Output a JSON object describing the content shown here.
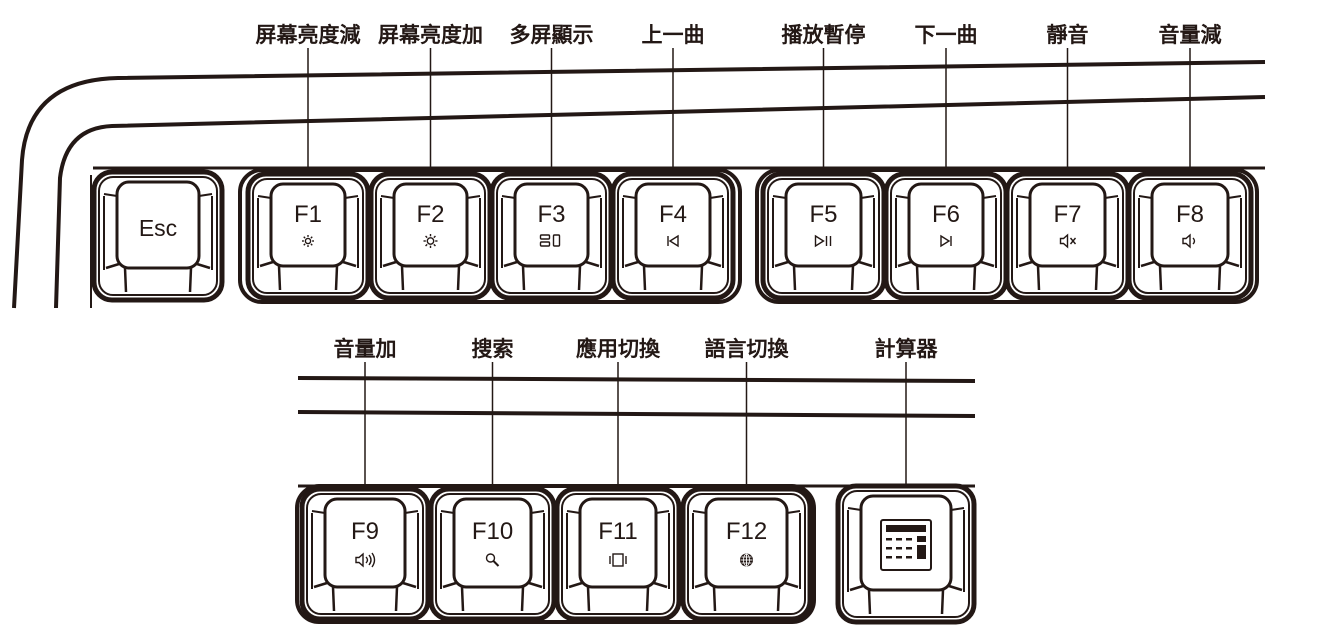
{
  "colors": {
    "ink": "#231815",
    "background": "#ffffff"
  },
  "top_row": {
    "esc": {
      "key": "Esc"
    },
    "keys": [
      {
        "key": "F1",
        "function": "屏幕亮度減",
        "icon": "brightness-down-icon"
      },
      {
        "key": "F2",
        "function": "屏幕亮度加",
        "icon": "brightness-up-icon"
      },
      {
        "key": "F3",
        "function": "多屏顯示",
        "icon": "multi-screen-icon"
      },
      {
        "key": "F4",
        "function": "上一曲",
        "icon": "previous-track-icon"
      },
      {
        "key": "F5",
        "function": "播放暫停",
        "icon": "play-pause-icon"
      },
      {
        "key": "F6",
        "function": "下一曲",
        "icon": "next-track-icon"
      },
      {
        "key": "F7",
        "function": "靜音",
        "icon": "mute-icon"
      },
      {
        "key": "F8",
        "function": "音量減",
        "icon": "volume-down-icon"
      }
    ]
  },
  "bottom_row": {
    "keys": [
      {
        "key": "F9",
        "function": "音量加",
        "icon": "volume-up-icon"
      },
      {
        "key": "F10",
        "function": "搜索",
        "icon": "search-icon"
      },
      {
        "key": "F11",
        "function": "應用切換",
        "icon": "app-switch-icon"
      },
      {
        "key": "F12",
        "function": "語言切換",
        "icon": "globe-icon"
      }
    ],
    "calculator": {
      "function": "計算器",
      "icon": "calculator-icon"
    }
  }
}
